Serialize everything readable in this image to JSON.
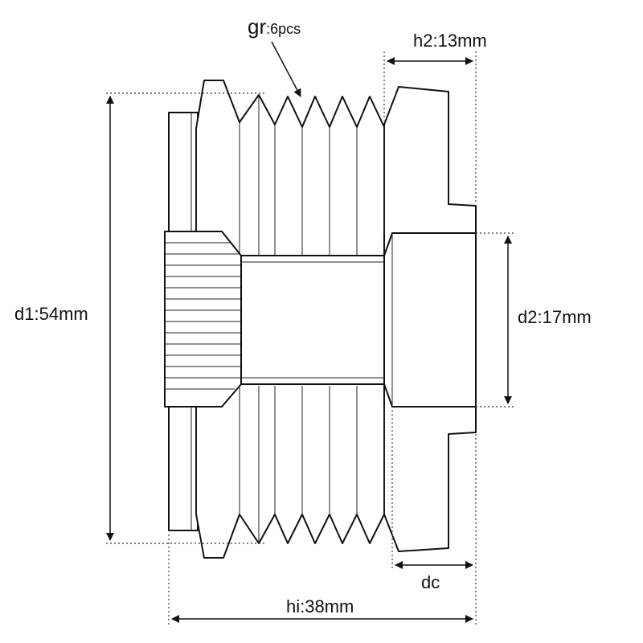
{
  "diagram": {
    "labels": {
      "grooves": {
        "prefix": "gr",
        "value": ":6pcs"
      },
      "h2": {
        "prefix": "h2",
        "value": ":13mm"
      },
      "d1": {
        "prefix": "d1",
        "value": ":54mm"
      },
      "d2": {
        "prefix": "d2",
        "value": ":17mm"
      },
      "dc": {
        "prefix": "dc",
        "value": ""
      },
      "hi": {
        "prefix": "hi",
        "value": ":38mm"
      }
    },
    "colors": {
      "line": "#111111",
      "background": "#ffffff"
    }
  }
}
